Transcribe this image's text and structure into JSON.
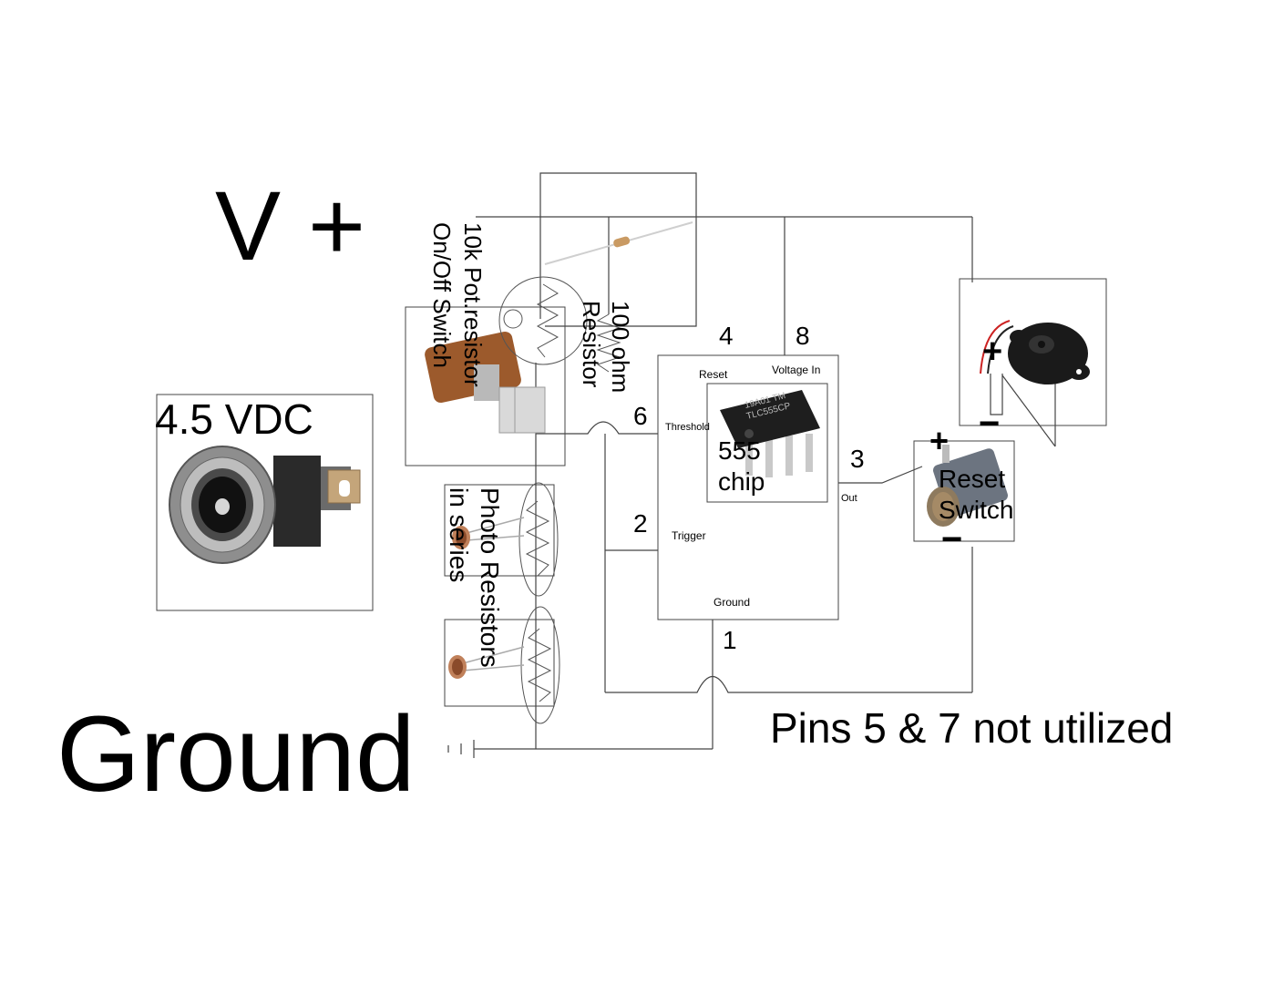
{
  "labels": {
    "vplus": "V +",
    "ground": "Ground",
    "vdc": "4.5 VDC",
    "pot_line1": "10k Pot.resistor",
    "pot_line2": "On/Off Switch",
    "res_line1": "100 ohm",
    "res_line2": "Resistor",
    "photo_line1": "Photo Resistors",
    "photo_line2": "in series",
    "chip_line1": "555",
    "chip_line2": "chip",
    "chip_marking_line1": "19A01 TM",
    "chip_marking_line2": "TLC555CP",
    "reset_line1": "Reset",
    "reset_line2": "Switch",
    "note": "Pins 5 & 7 not utilized"
  },
  "pins": {
    "p4": "4",
    "p8": "8",
    "p6": "6",
    "p2": "2",
    "p3": "3",
    "p1": "1"
  },
  "pin_names": {
    "reset": "Reset",
    "voltage_in": "Voltage In",
    "threshold": "Threshold",
    "trigger": "Trigger",
    "out": "Out",
    "ground": "Ground"
  },
  "polarity": {
    "buzzer_plus": "+",
    "buzzer_minus": "−",
    "switch_plus": "+",
    "switch_minus": "−"
  },
  "colors": {
    "wire": "#444444",
    "box": "#333333",
    "chip_body": "#1e1e1e",
    "pin_metal": "#c9c9c9",
    "pot_brown": "#9c5a2c",
    "jack_metal": "#9a9a9a"
  }
}
